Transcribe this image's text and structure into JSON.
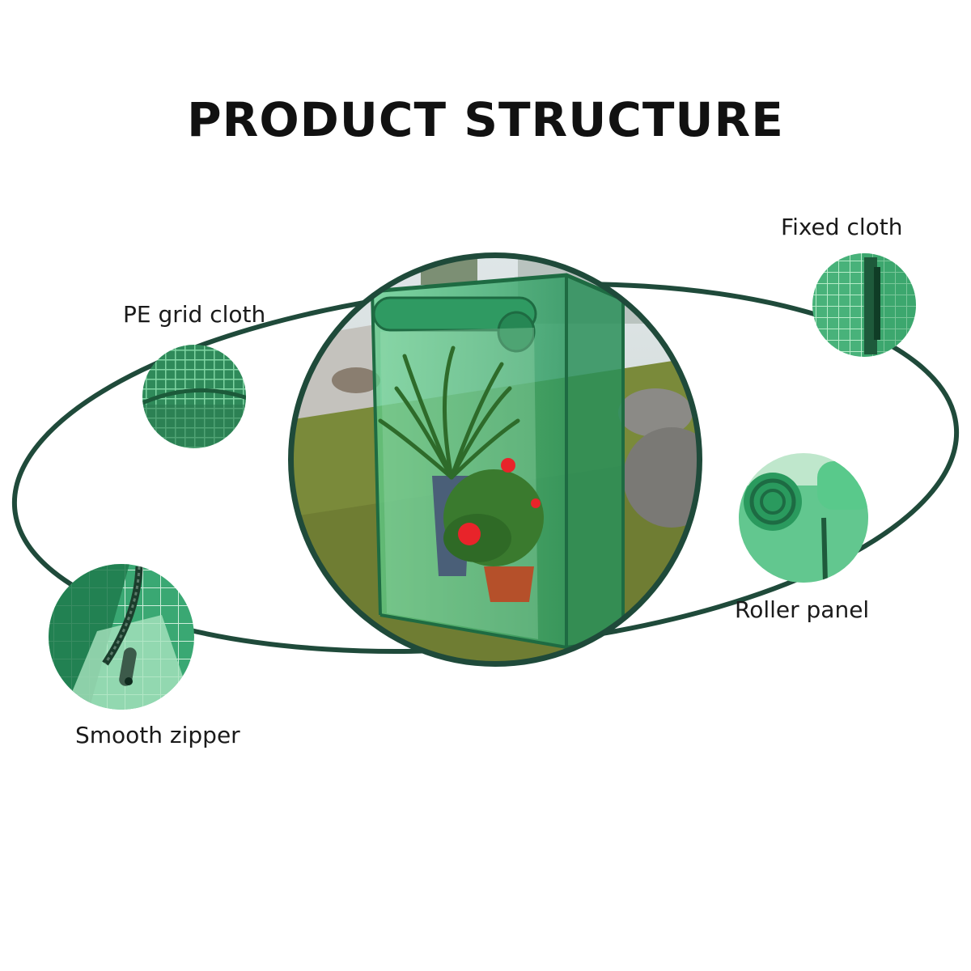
{
  "title": "PRODUCT STRUCTURE",
  "callouts": {
    "pe_grid_cloth": "PE grid cloth",
    "fixed_cloth": "Fixed cloth",
    "roller_panel": "Roller panel",
    "smooth_zipper": "Smooth zipper"
  },
  "colors": {
    "orbit_line": "#1f4a3a",
    "greenhouse_green": "#3aa86a",
    "grass": "#7a8a3a",
    "flower_red": "#e8242a"
  }
}
